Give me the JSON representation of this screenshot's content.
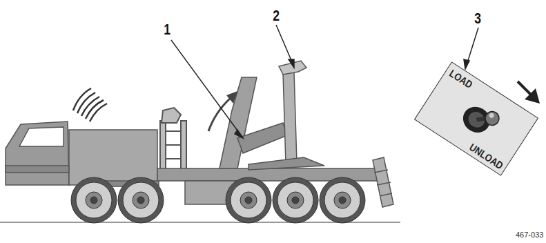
{
  "diagram": {
    "nodes": [
      {
        "text": [
          "LOAD",
          "UNLOAD"
        ]
      }
    ],
    "labels": [
      "1",
      "2",
      "3",
      "467-033"
    ]
  }
}
